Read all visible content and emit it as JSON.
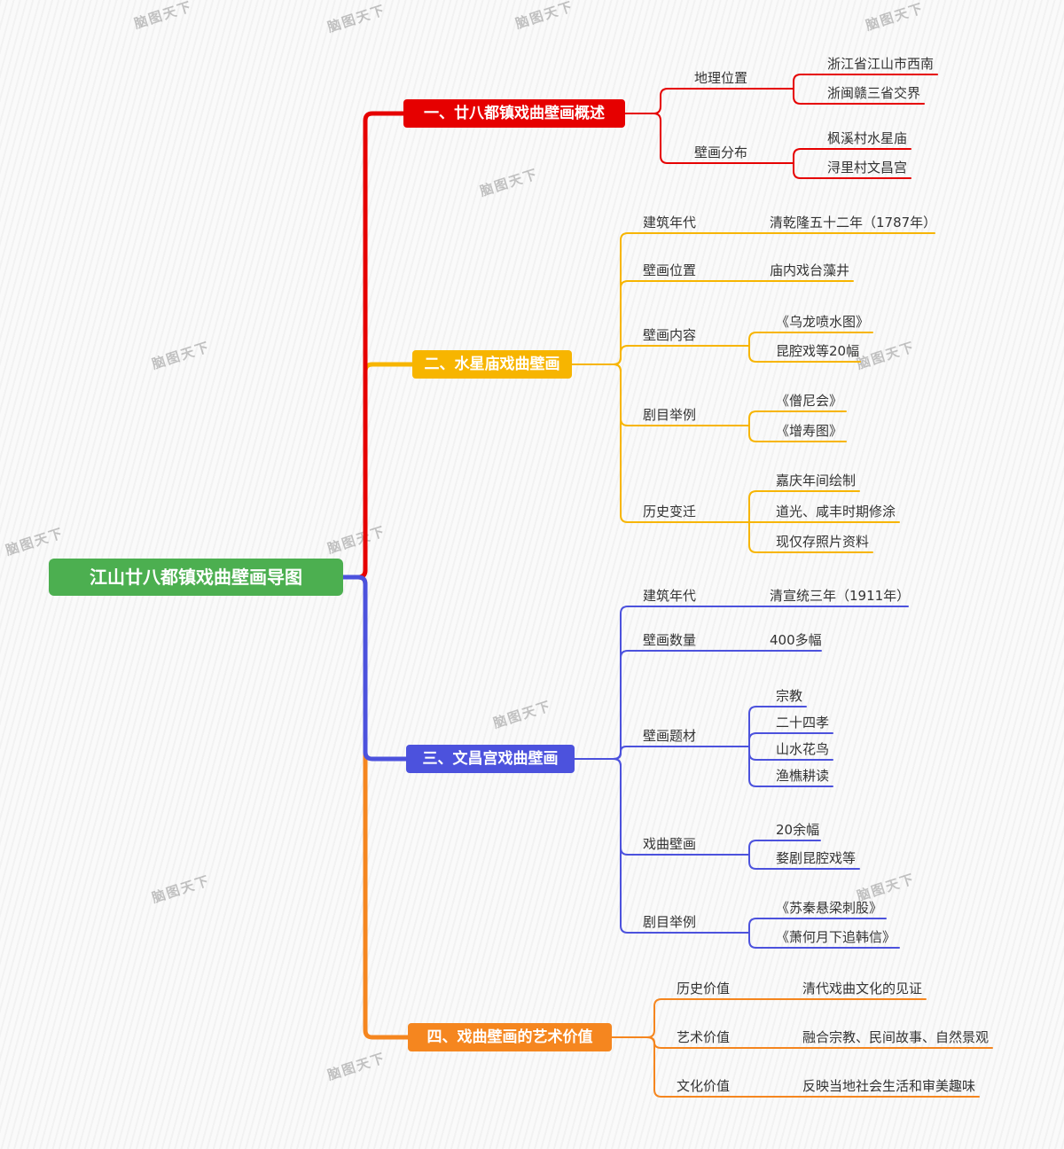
{
  "meta": {
    "watermark": "脑图天下"
  },
  "colors": {
    "root": "#4caf50",
    "branch1": "#e60000",
    "branch2": "#f7b500",
    "branch3": "#4c52dd",
    "branch4": "#f5861f",
    "text": "#333333"
  },
  "root": {
    "label": "江山廿八都镇戏曲壁画导图"
  },
  "branches": [
    {
      "label": "一、廿八都镇戏曲壁画概述",
      "children": [
        {
          "label": "地理位置",
          "children": [
            "浙江省江山市西南",
            "浙闽赣三省交界"
          ]
        },
        {
          "label": "壁画分布",
          "children": [
            "枫溪村水星庙",
            "浔里村文昌宫"
          ]
        }
      ]
    },
    {
      "label": "二、水星庙戏曲壁画",
      "children": [
        {
          "label": "建筑年代",
          "children": [
            "清乾隆五十二年（1787年）"
          ]
        },
        {
          "label": "壁画位置",
          "children": [
            "庙内戏台藻井"
          ]
        },
        {
          "label": "壁画内容",
          "children": [
            "《乌龙喷水图》",
            "昆腔戏等20幅"
          ]
        },
        {
          "label": "剧目举例",
          "children": [
            "《僧尼会》",
            "《增寿图》"
          ]
        },
        {
          "label": "历史变迁",
          "children": [
            "嘉庆年间绘制",
            "道光、咸丰时期修涂",
            "现仅存照片资料"
          ]
        }
      ]
    },
    {
      "label": "三、文昌宫戏曲壁画",
      "children": [
        {
          "label": "建筑年代",
          "children": [
            "清宣统三年（1911年）"
          ]
        },
        {
          "label": "壁画数量",
          "children": [
            "400多幅"
          ]
        },
        {
          "label": "壁画题材",
          "children": [
            "宗教",
            "二十四孝",
            "山水花鸟",
            "渔樵耕读"
          ]
        },
        {
          "label": "戏曲壁画",
          "children": [
            "20余幅",
            "婺剧昆腔戏等"
          ]
        },
        {
          "label": "剧目举例",
          "children": [
            "《苏秦悬梁刺股》",
            "《萧何月下追韩信》"
          ]
        }
      ]
    },
    {
      "label": "四、戏曲壁画的艺术价值",
      "children": [
        {
          "label": "历史价值",
          "children": [
            "清代戏曲文化的见证"
          ]
        },
        {
          "label": "艺术价值",
          "children": [
            "融合宗教、民间故事、自然景观"
          ]
        },
        {
          "label": "文化价值",
          "children": [
            "反映当地社会生活和审美趣味"
          ]
        }
      ]
    }
  ]
}
